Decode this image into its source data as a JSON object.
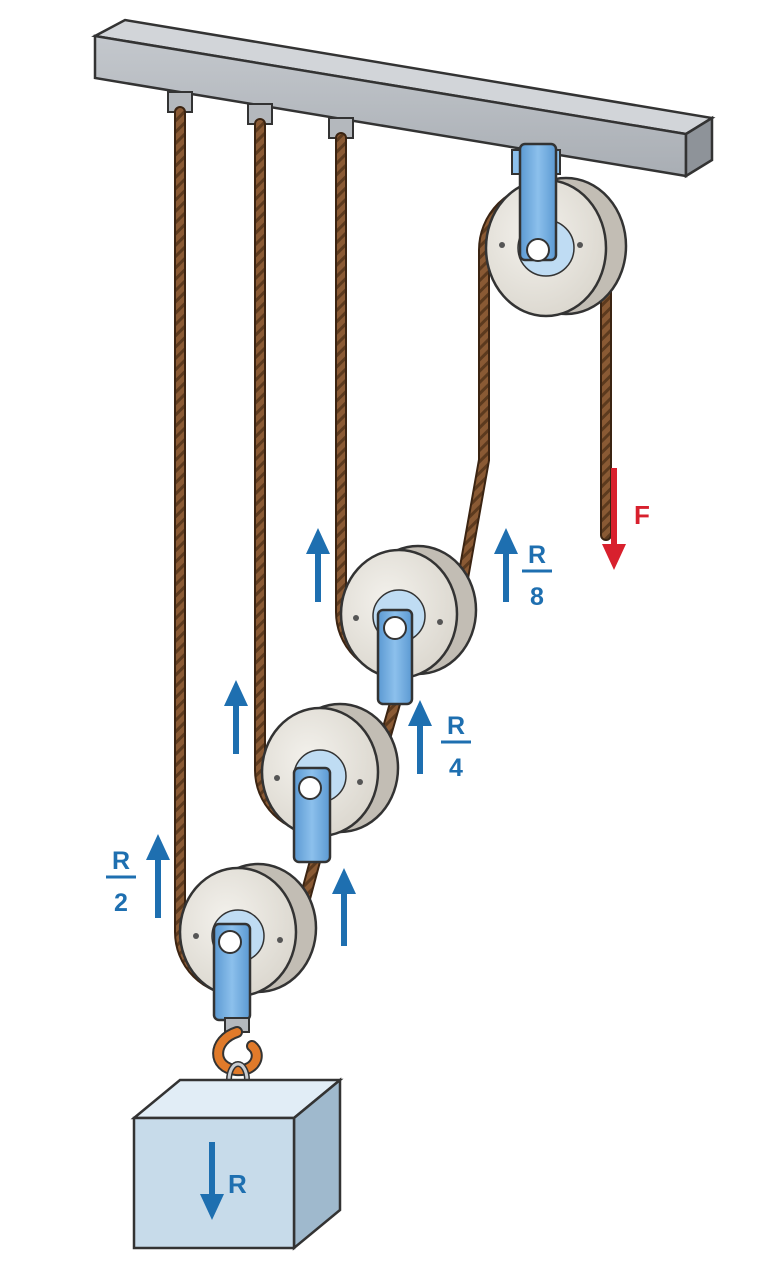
{
  "labels": {
    "effort": "F",
    "load": "R",
    "frac_r2_num": "R",
    "frac_r2_den": "2",
    "frac_r4_num": "R",
    "frac_r4_den": "4",
    "frac_r8_num": "R",
    "frac_r8_den": "8"
  },
  "colors": {
    "beam": "#a9aeb4",
    "rope": "#8a5a34",
    "rope_dark": "#5c3a1e",
    "pulley_face": "#e7e4dd",
    "pulley_rim": "#cfcbc3",
    "strap": "#6aa7de",
    "force_arrow": "#1e6fb0",
    "effort_arrow": "#d8202d",
    "hook": "#e07a2a",
    "block": "#c7dbea"
  }
}
